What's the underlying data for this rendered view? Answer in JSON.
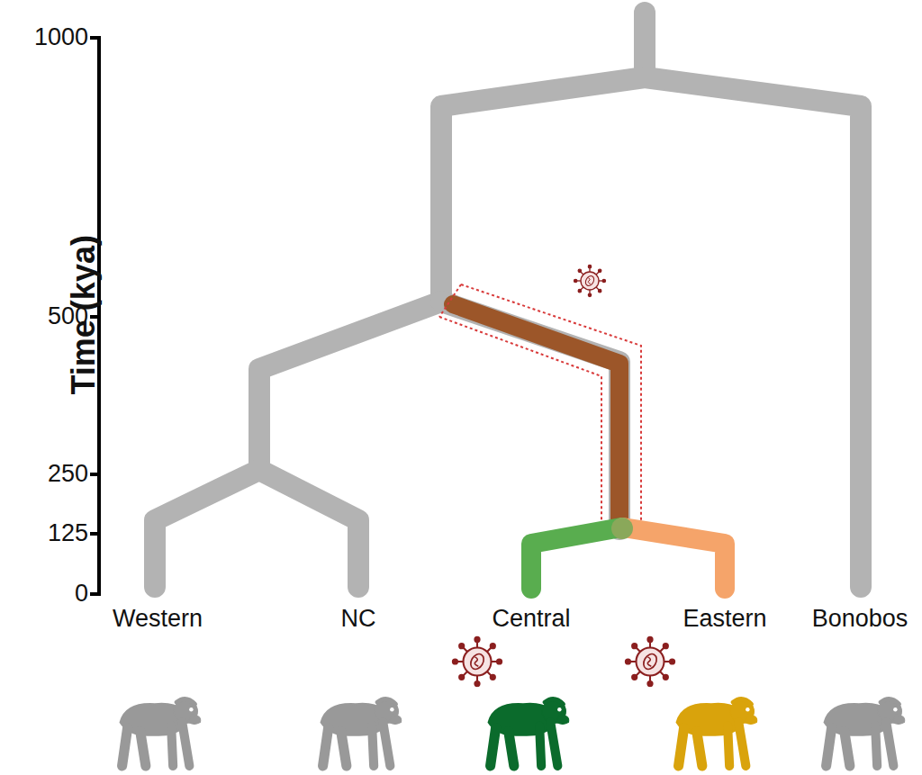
{
  "diagram": {
    "labels": [
      "1000",
      "500",
      "250",
      "125",
      "0",
      "Time (kya)",
      "Western",
      "NC",
      "Central",
      "Eastern",
      "Bonobos"
    ]
  }
}
